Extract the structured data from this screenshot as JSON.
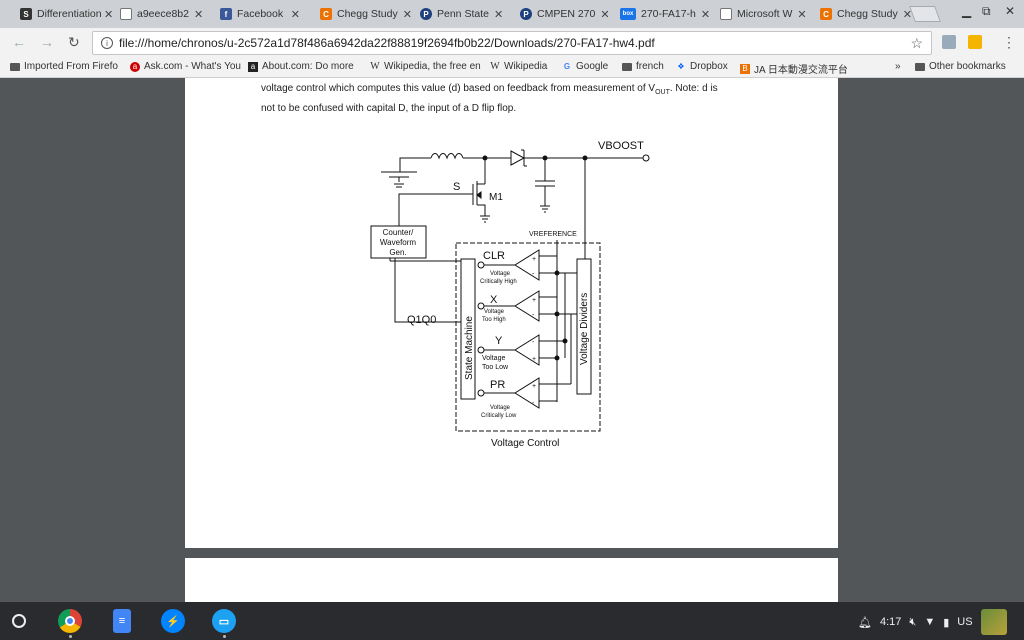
{
  "browser": {
    "tabs": [
      {
        "title": "Differentiation",
        "favicon": "S",
        "favicon_color": "#333333"
      },
      {
        "title": "a9eece8b2",
        "favicon": "",
        "favicon_color": "#ffffff"
      },
      {
        "title": "Facebook",
        "favicon": "f",
        "favicon_color": "#3b5998"
      },
      {
        "title": "Chegg Study",
        "favicon": "C",
        "favicon_color": "#eb7100"
      },
      {
        "title": "Penn State",
        "favicon": "P",
        "favicon_color": "#1e407c"
      },
      {
        "title": "CMPEN 270",
        "favicon": "P",
        "favicon_color": "#1e407c"
      },
      {
        "title": "270-FA17-h",
        "favicon": "box",
        "favicon_color": "#1a73e8"
      },
      {
        "title": "Microsoft W",
        "favicon": "",
        "favicon_color": "#ffffff"
      },
      {
        "title": "Chegg Study",
        "favicon": "C",
        "favicon_color": "#eb7100"
      }
    ],
    "active_tab_index": 7,
    "url": "file:///home/chronos/u-2c572a1d78f486a6942da22f88819f2694fb0b22/Downloads/270-FA17-hw4.pdf",
    "bookmarks": [
      {
        "label": "Imported From Firefo",
        "icon": "folder-icon"
      },
      {
        "label": "Ask.com - What's You",
        "icon": "ask-icon"
      },
      {
        "label": "About.com: Do more",
        "icon": "about-icon"
      },
      {
        "label": "Wikipedia, the free en",
        "icon": "wikipedia-icon"
      },
      {
        "label": "Wikipedia",
        "icon": "wikipedia-icon"
      },
      {
        "label": "Google",
        "icon": "google-icon"
      },
      {
        "label": "french",
        "icon": "folder-icon"
      },
      {
        "label": "Dropbox",
        "icon": "dropbox-icon"
      },
      {
        "label": "JA 日本動漫交流平台",
        "icon": "bookmark-icon"
      }
    ],
    "overflow_label": "»",
    "other_bookmarks": "Other bookmarks"
  },
  "document": {
    "paragraph_line1_a": "voltage control which computes this value (d) based on feedback from measurement of V",
    "paragraph_line1_sub": "OUT",
    "paragraph_line1_b": ".  Note: d is",
    "paragraph_line2": "not to be confused with capital D, the input of a D flip flop."
  },
  "circuit": {
    "vboost": "VBOOST",
    "s_label": "S",
    "m1_label": "M1",
    "counter_label_1": "Counter/",
    "counter_label_2": "Waveform",
    "counter_label_3": "Gen.",
    "vreference": "VREFERENCE",
    "q1q0": "Q1Q0",
    "state_machine": "State Machine",
    "voltage_dividers": "Voltage Dividers",
    "voltage_control": "Voltage Control",
    "comparators": [
      {
        "name": "CLR",
        "desc1": "Voltage",
        "desc2": "Critically High"
      },
      {
        "name": "X",
        "desc1": "Voltage",
        "desc2": "Too High"
      },
      {
        "name": "Y",
        "desc1": "Voltage",
        "desc2": "Too Low"
      },
      {
        "name": "PR",
        "desc1": "Voltage",
        "desc2": "Critically Low"
      }
    ]
  },
  "system": {
    "time": "4:17",
    "locale": "US"
  }
}
